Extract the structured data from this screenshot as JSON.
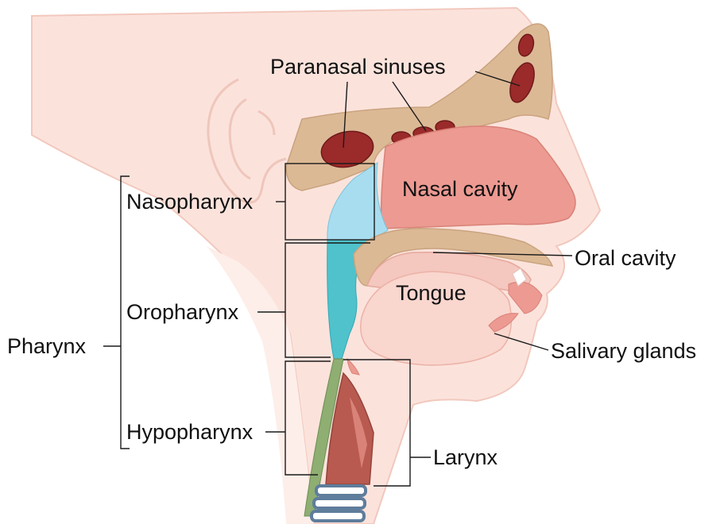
{
  "labels": {
    "paranasal_sinuses": "Paranasal sinuses",
    "nasal_cavity": "Nasal cavity",
    "nasopharynx": "Nasopharynx",
    "oral_cavity": "Oral cavity",
    "tongue": "Tongue",
    "oropharynx": "Oropharynx",
    "pharynx": "Pharynx",
    "salivary_glands": "Salivary glands",
    "hypopharynx": "Hypopharynx",
    "larynx": "Larynx"
  },
  "colors": {
    "skin": "#fbe3dc",
    "bone": "#dcb995",
    "sinus": "#9b2a2a",
    "nasal_cavity": "#ec9a92",
    "nasopharynx": "#a8ddf0",
    "oropharynx": "#4fc2cc",
    "larynx": "#b85a50",
    "trachea_ring": "#5f7d9c",
    "esophagus": "#8fae72",
    "ear_outline": "#f0c9c0"
  }
}
